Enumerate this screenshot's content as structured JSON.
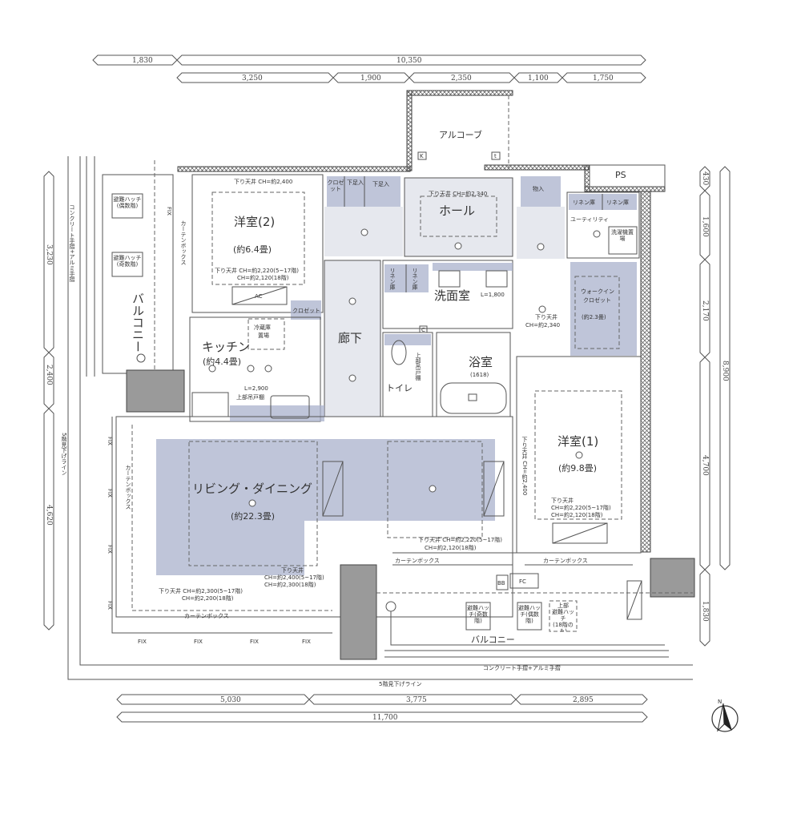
{
  "dimensions": {
    "top_row1": [
      "1,830",
      "10,350"
    ],
    "top_row2": [
      "3,250",
      "1,900",
      "2,350",
      "1,100",
      "1,750"
    ],
    "left": [
      "3,230",
      "2,400",
      "4,620"
    ],
    "right_inner": [
      "430",
      "1,600",
      "2,170",
      "4,700",
      "1,830"
    ],
    "right_outer": "8,900",
    "bottom_row1": [
      "5,030",
      "3,775",
      "2,895"
    ],
    "bottom_row2": "11,700"
  },
  "rooms": {
    "alcove": "アルコーブ",
    "ps": "PS",
    "western2": {
      "name": "洋室(2)",
      "size": "(約6.4畳)",
      "ceiling": "下り天井 CH=約2,400",
      "ceiling_low1": "下り天井 CH=約2,220(5~17階)",
      "ceiling_low2": "CH=約2,120(18階)"
    },
    "hall": {
      "name": "ホール",
      "ceiling": "下り天井 CH=約2,340"
    },
    "closet": "クロゼット",
    "shoe1": "下足入",
    "shoe2": "下足入",
    "storage": "物入",
    "linen1": "リネン庫",
    "linen2": "リネン庫",
    "linen3": "リネン庫",
    "linen4": "リネン庫",
    "utility": "ユーティリティ",
    "washer": "洗濯機置場",
    "walkin": {
      "name1": "ウォークイン",
      "name2": "クロゼット",
      "size": "(約2.3畳)"
    },
    "corridor": "廊下",
    "corridor_closet": "クロゼット",
    "washroom": {
      "name": "洗面室",
      "length": "L=1,800"
    },
    "toilet": {
      "name": "トイレ",
      "cabinet": "上部吊戸棚"
    },
    "bath": {
      "name": "浴室",
      "size": "(1618)"
    },
    "corridor2_ceiling1": "下り天井",
    "corridor2_ceiling2": "CH=約2,340",
    "kitchen": {
      "name": "キッチン",
      "size": "(約4.4畳)",
      "fridge1": "冷蔵庫",
      "fridge2": "置場",
      "length": "L=2,900",
      "cabinet": "上部吊戸棚"
    },
    "western1": {
      "name": "洋室(1)",
      "size": "(約9.8畳)",
      "ceiling_side": "下り天井 CH=約2,400",
      "ceiling1": "下り天井",
      "ceiling2": "CH=約2,220(5~17階)",
      "ceiling3": "CH=約2,120(18階)"
    },
    "living": {
      "name": "リビング・ダイニング",
      "size": "(約22.3畳)",
      "ceiling_a1": "下り天井",
      "ceiling_a2": "CH=約2,400(5~17階)",
      "ceiling_a3": "CH=約2,300(18階)",
      "ceiling_b1": "下り天井 CH=約2,300(5~17階)",
      "ceiling_b2": "CH=約2,200(18階)",
      "ceiling_c1": "下り天井 CH=約2,220(5~17階)",
      "ceiling_c2": "CH=約2,120(18階)"
    },
    "balcony_west": "バルコニー",
    "balcony_south": "バルコニー"
  },
  "labels": {
    "fix": "FIX",
    "curtain_box": "カーテンボックス",
    "railing": "コンクリート手摺+アルミ手摺",
    "lookdown": "5階見下げライン",
    "hatch_even": "避難ハッチ(偶数階)",
    "hatch_odd": "避難ハッチ(奇数階)",
    "hatch_top1": "上部",
    "hatch_top2": "避難ハッチ",
    "hatch_top3": "(18階のみ)",
    "bb": "BB",
    "fc": "FC",
    "ac": "AC",
    "meter_k": "K",
    "meter_t": "t",
    "meter_c": "C",
    "compass": "N"
  }
}
